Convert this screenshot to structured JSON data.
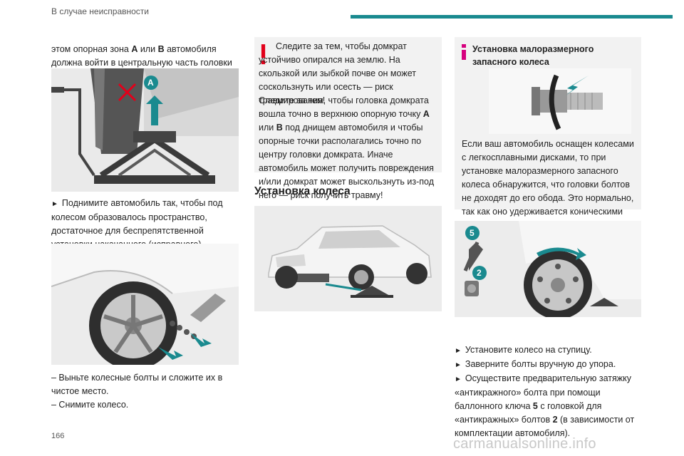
{
  "header": {
    "section": "В случае неисправности"
  },
  "col1": {
    "intro_pre": "этом опорная зона ",
    "intro_a": "A",
    "intro_mid": " или ",
    "intro_b": "B",
    "intro_post": " автомобиля должна войти в центральную часть головки домкрата.",
    "fig1_label": "A",
    "step1": "Поднимите автомобиль так, чтобы под колесом образовалось пространство, достаточное для беспрепятственной установки накачанного (исправного) запасного колеса.",
    "dash1": "–  Выньте колесные болты и сложите их в чистое место.",
    "dash2": "–  Снимите колесо."
  },
  "col2": {
    "warn_p1": "Следите за тем, чтобы домкрат устойчиво опирался на землю. На скользкой или зыбкой почве он может соскользнуть или осесть — риск травмирования!",
    "warn_p2_pre": "Следите за тем, чтобы головка домкрата вошла точно в верхнюю опорную точку ",
    "warn_a": "A",
    "warn_or": " или ",
    "warn_b": "B",
    "warn_p2_post": " под днищем автомобиля и чтобы опорные точки располагались точно по центру головки домкрата. Иначе автомобиль может получить повреждения и/или домкрат может выскользнуть из-под него — риск получить травму!",
    "heading": "Установка колеса"
  },
  "col3": {
    "info_title": "Установка малоразмерного запасного колеса",
    "info_text": "Если ваш автомобиль оснащен колесами с легкосплавными дисками, то при установке малоразмерного запасного колеса обнаружится, что головки болтов не доходят до его обода. Это нормально, так как оно удерживается коническими фасками болтов.",
    "fig_label5": "5",
    "fig_label2": "2",
    "step1": "Установите колесо на ступицу.",
    "step2": "Заверните болты вручную до упора.",
    "step3_pre": "Осуществите предварительную затяжку «антикражного» болта при помощи баллонного ключа ",
    "step3_5": "5",
    "step3_mid": " с головкой для «антикражных» болтов ",
    "step3_2": "2",
    "step3_post": " (в зависимости от комплектации автомобиля)."
  },
  "footer": {
    "page": "166",
    "watermark": "carmanualsonline.info"
  },
  "colors": {
    "accent": "#1a8a8f",
    "warning": "#e2001a",
    "info": "#d6007e",
    "label_circle": "#1a8a8f"
  }
}
